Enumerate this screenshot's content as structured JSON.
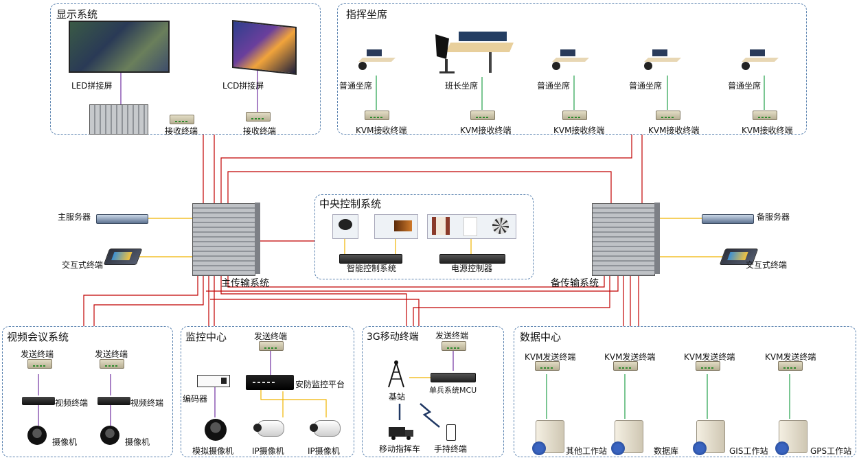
{
  "groups": {
    "display": {
      "title": "显示系统",
      "led_label": "LED拼接屏",
      "lcd_label": "LCD拼接屏",
      "recv1": "接收终端",
      "recv2": "接收终端"
    },
    "seats": {
      "title": "指挥坐席",
      "seat_labels": [
        "普通坐席",
        "班长坐席",
        "普通坐席",
        "普通坐席",
        "普通坐席"
      ],
      "kvm_labels": [
        "KVM接收终端",
        "KVM接收终端",
        "KVM接收终端",
        "KVM接收终端",
        "KVM接收终端"
      ]
    },
    "central": {
      "title": "中央控制系统",
      "smart": "智能控制系统",
      "power": "电源控制器"
    },
    "left_side": {
      "main_server": "主服务器",
      "interactive": "交互式终端",
      "main_trans": "主传输系统"
    },
    "right_side": {
      "backup_server": "备服务器",
      "interactive": "交互式终端",
      "backup_trans": "备传输系统"
    },
    "video_conf": {
      "title": "视频会议系统",
      "send1": "发送终端",
      "send2": "发送终端",
      "vt1": "视频终端",
      "vt2": "视频终端",
      "cam1": "摄像机",
      "cam2": "摄像机"
    },
    "monitor": {
      "title": "监控中心",
      "send": "发送终端",
      "encoder": "编码器",
      "platform": "安防监控平台",
      "analog": "模拟摄像机",
      "ip1": "IP摄像机",
      "ip2": "IP摄像机"
    },
    "mobile": {
      "title": "3G移动终端",
      "send": "发送终端",
      "mcu": "单兵系统MCU",
      "base": "基站",
      "vehicle": "移动指挥车",
      "handheld": "手持终端"
    },
    "datacenter": {
      "title": "数据中心",
      "kvm_send": [
        "KVM发送终端",
        "KVM发送终端",
        "KVM发送终端",
        "KVM发送终端"
      ],
      "stations": [
        "其他工作站",
        "数据库",
        "GIS工作站",
        "GPS工作站"
      ]
    }
  },
  "colors": {
    "link_red": "#c00000",
    "link_green": "#22a04a",
    "link_purple": "#7030a0",
    "link_yellow": "#f0b400",
    "link_blue": "#203864",
    "border": "#5b83b0"
  }
}
